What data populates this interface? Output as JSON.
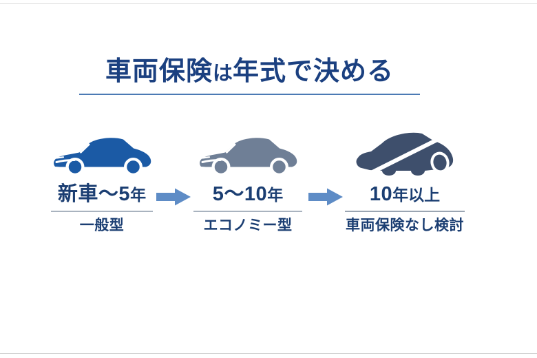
{
  "page": {
    "background": "#ffffff",
    "frame_line_color": "#dcdcdc"
  },
  "title": {
    "part1": "車両保険",
    "particle": "は",
    "part2": "年式で決める",
    "text_color": "#1b4080",
    "underline_color": "#4c7ab4"
  },
  "labels_style": {
    "text_color": "#1b3e72",
    "underline_color": "#a9b3bf"
  },
  "arrow": {
    "color": "#5e8cc6"
  },
  "steps": [
    {
      "car_icon": "blue-sedan-icon",
      "car_color": "#1b5aa5",
      "year_main": "新車〜5",
      "year_suffix": "年",
      "type_label": "一般型"
    },
    {
      "car_icon": "gray-sedan-icon",
      "car_color": "#6f7f96",
      "year_main": "5〜10",
      "year_suffix": "年",
      "type_label": "エコノミー型"
    },
    {
      "car_icon": "old-car-slashed-icon",
      "car_color": "#3e4f6c",
      "year_main": "10",
      "year_suffix": "年以上",
      "type_label": "車両保険なし検討"
    }
  ]
}
